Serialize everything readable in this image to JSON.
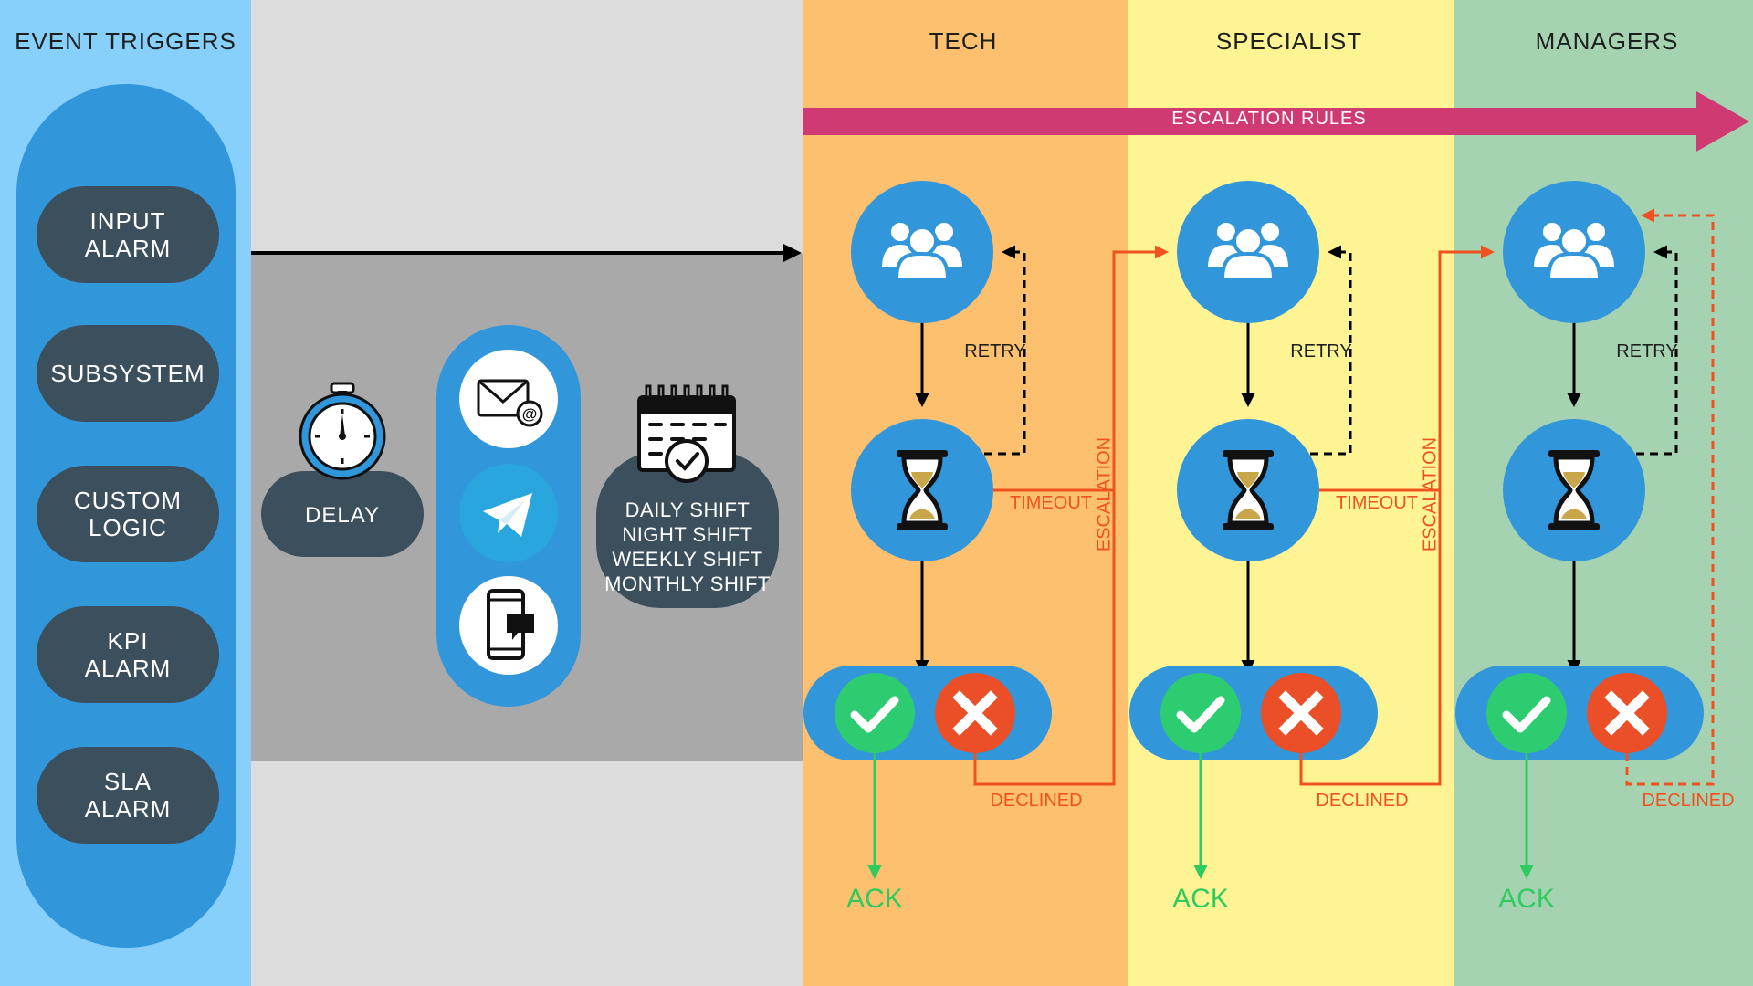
{
  "colors": {
    "triggers_bg": "#86d0fb",
    "pipeline_bg": "#a9a9a9",
    "tech_bg": "#fcc06f",
    "specialist_bg": "#fef494",
    "managers_bg": "#a5d2b1",
    "accent_blue": "#3296db",
    "dark_pill": "#3c4f5c",
    "escalation_magenta": "#cf3a72",
    "ack_green": "#2ecc60",
    "decline_red": "#ea4f28",
    "orange_line": "#f0521f"
  },
  "event_triggers": {
    "title": "EVENT TRIGGERS",
    "items": [
      {
        "line1": "INPUT",
        "line2": "ALARM"
      },
      {
        "line1": "SUBSYSTEM",
        "line2": ""
      },
      {
        "line1": "CUSTOM",
        "line2": "LOGIC"
      },
      {
        "line1": "KPI",
        "line2": "ALARM"
      },
      {
        "line1": "SLA",
        "line2": "ALARM"
      }
    ]
  },
  "pipeline": {
    "delay_label": "DELAY",
    "channels": [
      "email-icon",
      "telegram-icon",
      "sms-phone-icon"
    ],
    "shifts": [
      "DAILY SHIFT",
      "NIGHT SHIFT",
      "WEEKLY SHIFT",
      "MONTHLY SHIFT"
    ]
  },
  "escalation_rules": "ESCALATION RULES",
  "levels": [
    {
      "title": "TECH",
      "retry": "RETRY",
      "timeout": "TIMEOUT",
      "declined": "DECLINED",
      "ack": "ACK",
      "escalation": "ESCALATION"
    },
    {
      "title": "SPECIALIST",
      "retry": "RETRY",
      "timeout": "TIMEOUT",
      "declined": "DECLINED",
      "ack": "ACK",
      "escalation": "ESCALATION"
    },
    {
      "title": "MANAGERS",
      "retry": "RETRY",
      "timeout": "",
      "declined": "DECLINED",
      "ack": "ACK",
      "escalation": ""
    }
  ]
}
